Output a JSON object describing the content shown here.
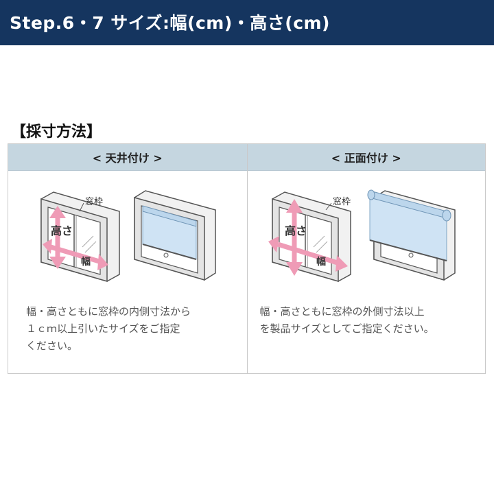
{
  "header": {
    "title": "Step.6・7 サイズ:幅(cm)・高さ(cm)"
  },
  "section": {
    "title": "【採寸方法】"
  },
  "panels": [
    {
      "title": "< 天井付け >",
      "frame_label": "窓枠",
      "height_label": "高さ",
      "width_label": "幅",
      "description": [
        "幅・高さともに窓枠の内側寸法から",
        "１ｃｍ以上引いたサイズをご指定",
        "ください。"
      ]
    },
    {
      "title": "< 正面付け >",
      "frame_label": "窓枠",
      "height_label": "高さ",
      "width_label": "幅",
      "description": [
        "幅・高さともに窓枠の外側寸法以上",
        "を製品サイズとしてご指定ください。"
      ]
    }
  ],
  "colors": {
    "header_bg": "#15355f",
    "panel_header_bg": "#c5d6e0",
    "arrow": "#ef9bb6",
    "blind": "#cfe3f4"
  }
}
